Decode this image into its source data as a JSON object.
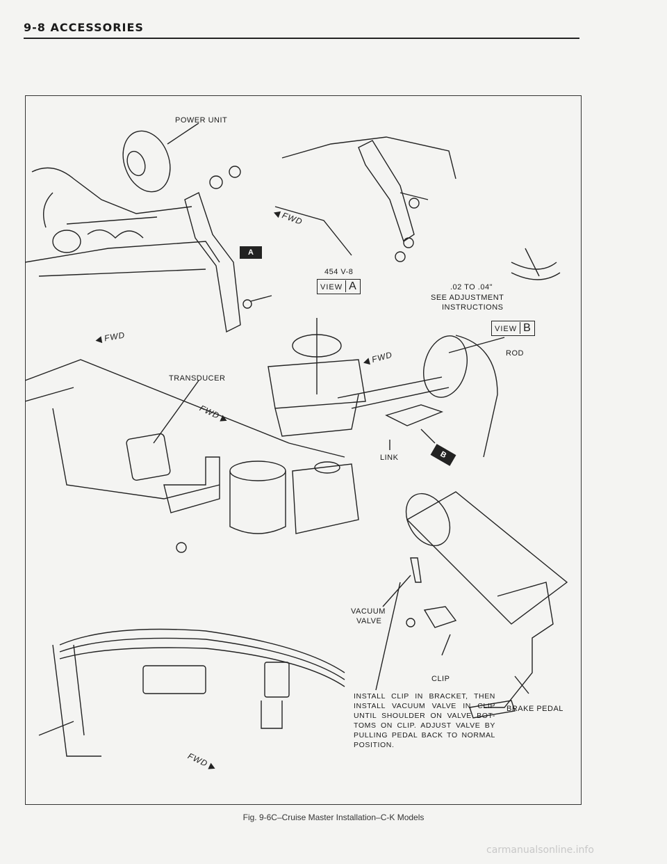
{
  "header": {
    "title": "9-8 ACCESSORIES"
  },
  "labels": {
    "power_unit": "POWER UNIT",
    "engine": "454 V-8",
    "clearance": ".02 TO .04\"",
    "adjust_line1": "SEE ADJUSTMENT",
    "adjust_line2": "INSTRUCTIONS",
    "rod": "ROD",
    "transducer": "TRANSDUCER",
    "link": "LINK",
    "vacuum_line1": "VACUUM",
    "vacuum_line2": "VALVE",
    "clip": "CLIP",
    "brake_pedal": "BRAKE PEDAL",
    "fwd": "FWD",
    "view_word": "VIEW",
    "view_a": "A",
    "view_b": "B"
  },
  "instructions": "INSTALL CLIP IN BRACKET, THEN INSTALL VACUUM VALVE IN CLIP UNTIL SHOULDER ON VALVE BOT-TOMS ON CLIP. ADJUST VALVE BY PULLING PEDAL BACK TO NORMAL POSITION.",
  "caption": "Fig. 9-6C–Cruise Master Installation–C-K Models",
  "watermark": "carmanualsonline.info",
  "colors": {
    "ink": "#1a1a1a",
    "paper": "#f4f4f2"
  }
}
